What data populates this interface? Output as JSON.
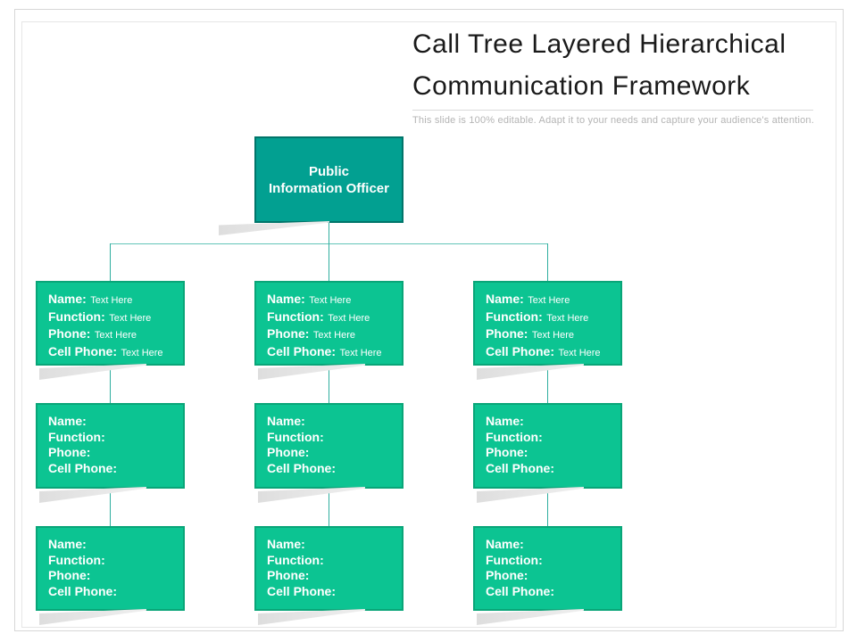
{
  "slide": {
    "title_lines": [
      "Call Tree Layered Hierarchical",
      "Communication Framework"
    ],
    "subtitle": "This slide is 100% editable. Adapt it to your needs and capture your audience's attention."
  },
  "root": {
    "line1": "Public",
    "line2": "Information Officer"
  },
  "labels": {
    "name": "Name:",
    "function": "Function:",
    "phone": "Phone:",
    "cell_phone": "Cell Phone:",
    "placeholder": "Text Here"
  },
  "colors": {
    "root_fill": "#02A091",
    "root_border": "#00756A",
    "node_fill": "#0CC492",
    "node_border": "#09A578",
    "connector_vertical": "#2FAE9F",
    "connector_horizontal": "#63C4B8",
    "shadow": "#DEDEDE",
    "node_text": "#FFFFFF",
    "title_text": "#1A1A1A",
    "subtitle_text": "#B4B4B4",
    "frame_border": "#D7D7D7"
  },
  "diagram": {
    "type": "org-chart",
    "levels": 4,
    "columns": 3,
    "level1_has_values": true,
    "level2_and_3_values_empty": true
  }
}
